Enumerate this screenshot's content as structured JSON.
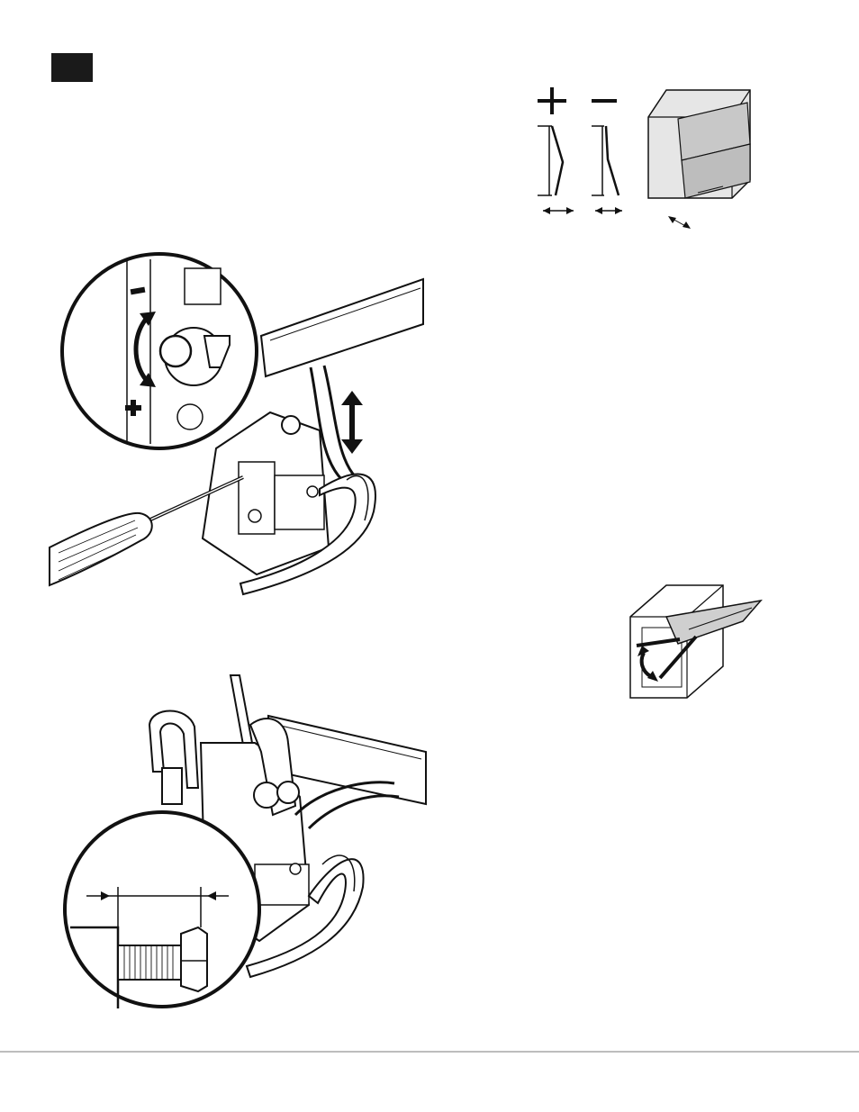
{
  "page": {
    "step_badge": "",
    "symbols": {
      "plus": "+",
      "minus": "−"
    },
    "colors": {
      "ink": "#111111",
      "panel_grey": "#d9d9d9",
      "rule": "#bdbdbd"
    }
  },
  "illustrations": [
    {
      "name": "hinge-adjustment-screwdriver",
      "icon": "screwdriver-icon"
    },
    {
      "name": "front-gap-gauge",
      "icon": "cabinet-icon"
    },
    {
      "name": "bolt-length-detail",
      "icon": "bolt-icon"
    },
    {
      "name": "opening-angle-cabinet",
      "icon": "cabinet-open-icon"
    }
  ]
}
